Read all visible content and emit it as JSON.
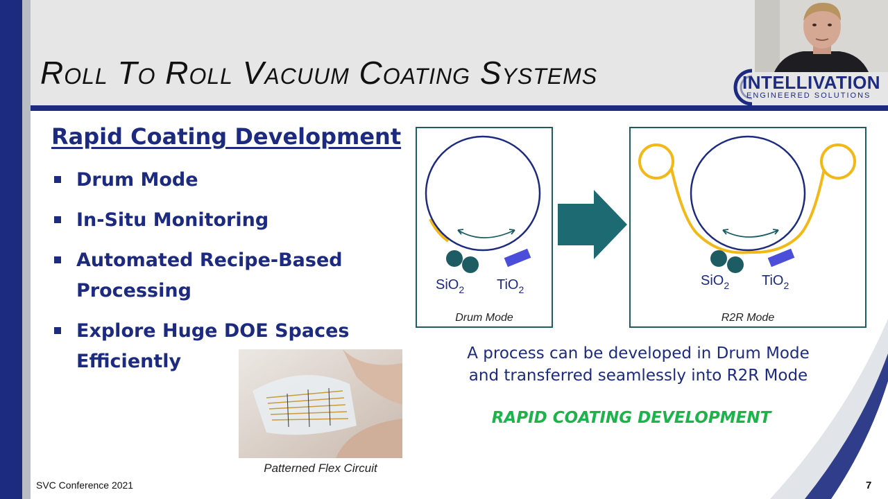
{
  "slide": {
    "title": "Roll To Roll Vacuum Coating Systems",
    "section_heading": "Rapid Coating Development",
    "bullets": [
      {
        "label": "Drum Mode"
      },
      {
        "label": "In-Situ Monitoring"
      },
      {
        "label": "Automated Recipe-Based Processing"
      },
      {
        "label": "Explore Huge DOE Spaces Efficiently"
      }
    ],
    "photo_caption": "Patterned Flex Circuit",
    "explanation_line1": "A process can be developed in Drum Mode",
    "explanation_line2": "and transferred seamlessly into R2R Mode",
    "tagline": "RAPID COATING DEVELOPMENT",
    "footer": "SVC Conference 2021",
    "page_number": "7"
  },
  "logo": {
    "name": "INTELLIVATION",
    "subtitle": "ENGINEERED SOLUTIONS"
  },
  "diagram": {
    "drum_panel": {
      "caption": "Drum Mode",
      "source_a": "SiO",
      "source_a_sub": "2",
      "source_b": "TiO",
      "source_b_sub": "2"
    },
    "r2r_panel": {
      "caption": "R2R Mode",
      "source_a": "SiO",
      "source_a_sub": "2",
      "source_b": "TiO",
      "source_b_sub": "2"
    }
  },
  "colors": {
    "navy": "#1c2a80",
    "teal": "#1d5c63",
    "gold": "#f2b818",
    "tio2_blue": "#4a4ed8",
    "green": "#1bb34a"
  },
  "icons": {
    "process_arrow": "right-arrow-icon",
    "bullet": "square-bullet-icon"
  }
}
